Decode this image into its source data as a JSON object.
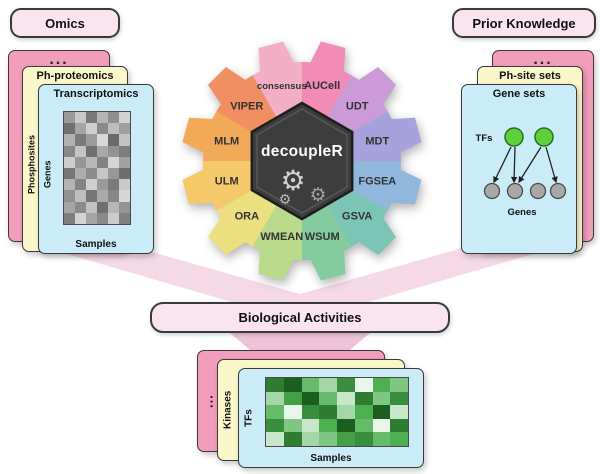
{
  "pills": {
    "omics": "Omics",
    "prior_knowledge": "Prior Knowledge",
    "biological_activities": "Biological Activities"
  },
  "left_stack": {
    "dots": "...",
    "proteomics_title": "Ph-proteomics",
    "proteomics_side": "Phosphosites",
    "transcriptomics_title": "Transcriptomics",
    "transcriptomics_side": "Genes",
    "samples_label": "Samples"
  },
  "right_stack": {
    "dots": "...",
    "phsite_title": "Ph-site sets",
    "genesets_title": "Gene sets",
    "network": {
      "top_label": "TFs",
      "bottom_label": "Genes"
    }
  },
  "bottom_stack": {
    "dots": "...",
    "kinases_side": "Kinases",
    "tfs_side": "TFs",
    "samples_label": "Samples"
  },
  "gear": {
    "center_title": "decoupleR",
    "gear_icon": "⚙",
    "methods": [
      {
        "name": "AUCell",
        "color": "#f08cb5"
      },
      {
        "name": "UDT",
        "color": "#cb9bd7"
      },
      {
        "name": "MDT",
        "color": "#a8a2dc"
      },
      {
        "name": "FGSEA",
        "color": "#8fb8dc"
      },
      {
        "name": "GSVA",
        "color": "#7cc5b6"
      },
      {
        "name": "WSUM",
        "color": "#84cb9e"
      },
      {
        "name": "WMEAN",
        "color": "#b9d98b"
      },
      {
        "name": "ORA",
        "color": "#ecdf7f"
      },
      {
        "name": "ULM",
        "color": "#f3c96a"
      },
      {
        "name": "MLM",
        "color": "#f2a958"
      },
      {
        "name": "VIPER",
        "color": "#ef8f62"
      },
      {
        "name": "consensus",
        "color": "#f3afc6"
      }
    ]
  },
  "colors": {
    "pink_card": "#f29dbb",
    "yellow_card": "#fbf7cb",
    "blue_card": "#c9ecf8",
    "pill_bg": "#f9e4ef",
    "arrow_band": "#f6d9e7",
    "arrow_tip": "#eec4da",
    "tf_green": "#5ecf3e",
    "gene_gray": "#a8a8a8"
  },
  "heatmaps": {
    "gray": [
      [
        "#9a9a9a",
        "#c8c8c8",
        "#787878",
        "#b5b5b5",
        "#8f8f8f",
        "#d2d2d2"
      ],
      [
        "#6f6f6f",
        "#a5a5a5",
        "#cfcfcf",
        "#8a8a8a",
        "#bdbdbd",
        "#9f9f9f"
      ],
      [
        "#b0b0b0",
        "#7a7a7a",
        "#9c9c9c",
        "#d8d8d8",
        "#6a6a6a",
        "#c2c2c2"
      ],
      [
        "#888888",
        "#c4c4c4",
        "#707070",
        "#a8a8a8",
        "#939393",
        "#7d7d7d"
      ],
      [
        "#cccccc",
        "#969696",
        "#b9b9b9",
        "#828282",
        "#d5d5d5",
        "#a1a1a1"
      ],
      [
        "#767676",
        "#adadad",
        "#8d8d8d",
        "#c6c6c6",
        "#989898",
        "#6e6e6e"
      ],
      [
        "#b3b3b3",
        "#848484",
        "#d0d0d0",
        "#9a9a9a",
        "#7b7b7b",
        "#c9c9c9"
      ],
      [
        "#919191",
        "#bebebe",
        "#757575",
        "#aaaaaa",
        "#868686",
        "#d7d7d7"
      ],
      [
        "#a6a6a6",
        "#8b8b8b",
        "#c1c1c1",
        "#707070",
        "#b7b7b7",
        "#949494"
      ],
      [
        "#7f7f7f",
        "#d3d3d3",
        "#a3a3a3",
        "#898989",
        "#cbcbcb",
        "#808080"
      ]
    ],
    "green": [
      [
        "#2e7d32",
        "#1b5e20",
        "#66bb6a",
        "#a5d6a7",
        "#388e3c",
        "#e8f5e9",
        "#4caf50",
        "#81c784"
      ],
      [
        "#a5d6a7",
        "#43a047",
        "#1b5e20",
        "#66bb6a",
        "#c8e6c9",
        "#2e7d32",
        "#81c784",
        "#388e3c"
      ],
      [
        "#66bb6a",
        "#e8f5e9",
        "#388e3c",
        "#2e7d32",
        "#a5d6a7",
        "#4caf50",
        "#1b5e20",
        "#c8e6c9"
      ],
      [
        "#388e3c",
        "#81c784",
        "#c8e6c9",
        "#4caf50",
        "#1b5e20",
        "#66bb6a",
        "#e8f5e9",
        "#2e7d32"
      ],
      [
        "#c8e6c9",
        "#2e7d32",
        "#a5d6a7",
        "#81c784",
        "#43a047",
        "#388e3c",
        "#66bb6a",
        "#4caf50"
      ]
    ]
  }
}
